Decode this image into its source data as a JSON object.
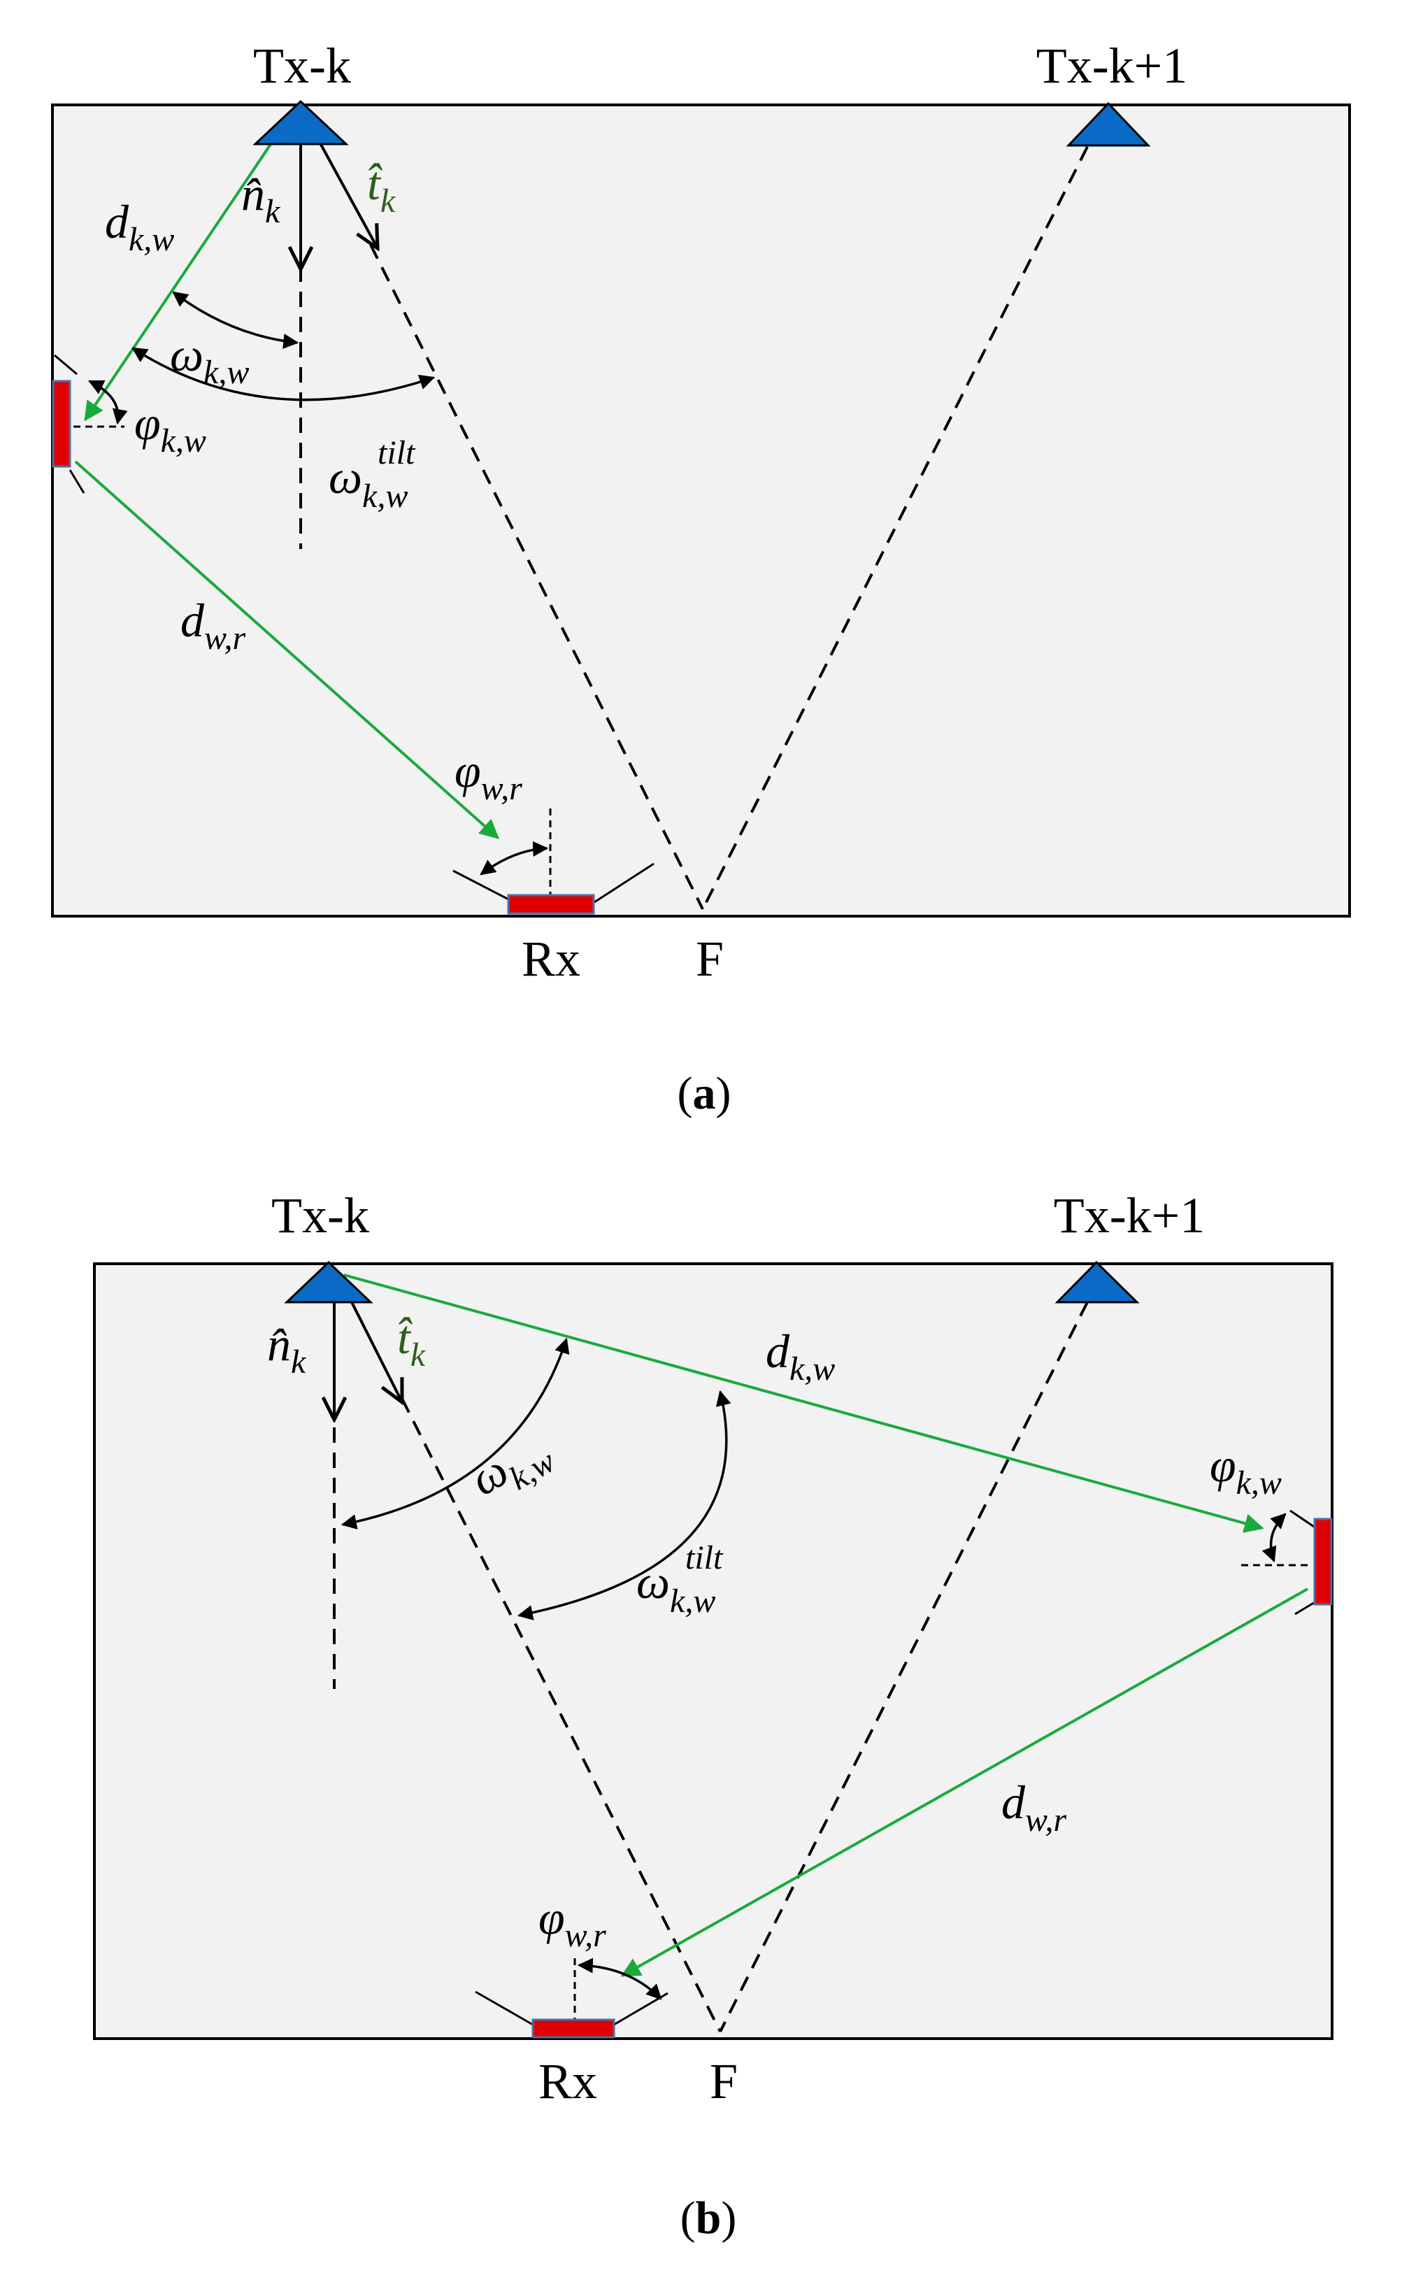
{
  "colors": {
    "room_fill": "#f2f2f2",
    "transmitter": "#0b6ac5",
    "pd": "#e00000",
    "pd_border": "#4a6fa5",
    "los_path": "#1aaa3c",
    "unit_vector_t": "#2e5e1e"
  },
  "panels": [
    {
      "id": "a",
      "caption": {
        "open": "(",
        "letter": "a",
        "close": ")"
      },
      "tx_left": "Tx-k",
      "tx_right": "Tx-k+1",
      "rx": "Rx",
      "focus": "F",
      "n_hat": {
        "base": "n̂",
        "sub": "k"
      },
      "t_hat": {
        "base": "t̂",
        "sub": "k"
      },
      "d_kw": {
        "base": "d",
        "sub": "k,w"
      },
      "omega_kw": {
        "base": "ω",
        "sub": "k,w"
      },
      "omega_tilt": {
        "base": "ω",
        "sub": "k,w",
        "sup": "tilt"
      },
      "phi_kw": {
        "base": "φ",
        "sub": "k,w"
      },
      "d_wr": {
        "base": "d",
        "sub": "w,r"
      },
      "phi_wr": {
        "base": "φ",
        "sub": "w,r"
      }
    },
    {
      "id": "b",
      "caption": {
        "open": "(",
        "letter": "b",
        "close": ")"
      },
      "tx_left": "Tx-k",
      "tx_right": "Tx-k+1",
      "rx": "Rx",
      "focus": "F",
      "n_hat": {
        "base": "n̂",
        "sub": "k"
      },
      "t_hat": {
        "base": "t̂",
        "sub": "k"
      },
      "d_kw": {
        "base": "d",
        "sub": "k,w"
      },
      "omega_kw": {
        "base": "ω",
        "sub": "k,w"
      },
      "omega_tilt": {
        "base": "ω",
        "sub": "k,w",
        "sup": "tilt"
      },
      "phi_kw": {
        "base": "φ",
        "sub": "k,w"
      },
      "d_wr": {
        "base": "d",
        "sub": "w,r"
      },
      "phi_wr": {
        "base": "φ",
        "sub": "w,r"
      }
    }
  ]
}
